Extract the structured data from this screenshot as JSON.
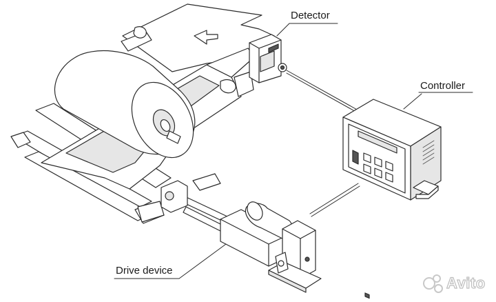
{
  "labels": {
    "detector": "Detector",
    "controller": "Controller",
    "drive_device": "Drive device"
  },
  "watermark": {
    "text": "Avito"
  },
  "colors": {
    "line": "#2a2a2a",
    "fill": "#ffffff",
    "shade": "#e6e6e6",
    "dark": "#555555"
  }
}
